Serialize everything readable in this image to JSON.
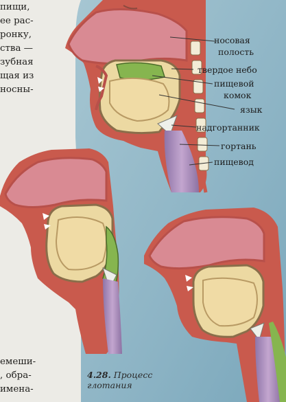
{
  "page_text": {
    "top_lines": [
      "пищи,",
      "ее рас-",
      "ронку,",
      "ства —",
      "зубная",
      "щая из",
      "носны-"
    ],
    "bottom_lines": [
      "емеши-",
      ", обра-",
      "имена-"
    ]
  },
  "figure": {
    "number": "4.28.",
    "title": "Процесс",
    "title_line2": "глотания",
    "labels": {
      "nasal_cavity_1": "носовая",
      "nasal_cavity_2": "полость",
      "hard_palate": "твердое небо",
      "food_bolus_1": "пищевой",
      "food_bolus_2": "комок",
      "tongue": "язык",
      "epiglottis": "надгортанник",
      "larynx": "гортань",
      "esophagus": "пищевод"
    }
  },
  "colors": {
    "background_blue": "#8fb4c4",
    "head_outline": "#c9574c",
    "nasal_cavity": "#d77f8a",
    "skin_tissue": "#ead6a0",
    "food_bolus": "#84b24f",
    "esophagus": "#a78bb8",
    "bone": "#f3ecd6"
  }
}
